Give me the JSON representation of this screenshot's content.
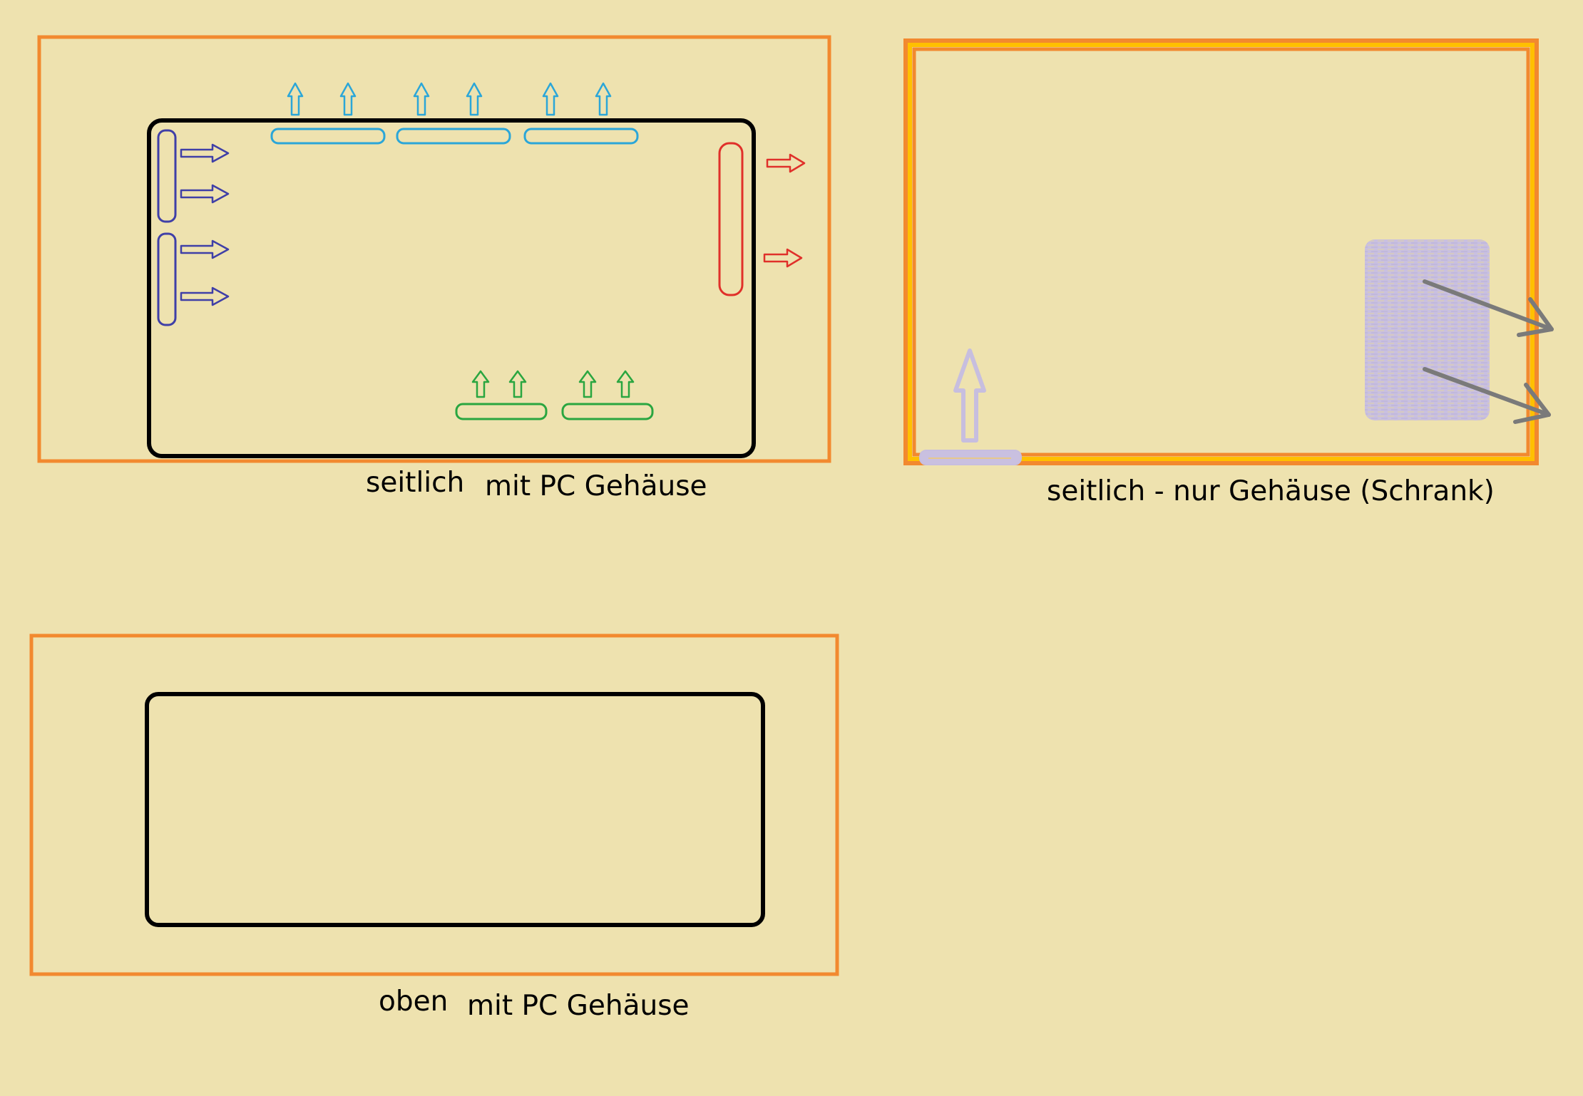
{
  "colors": {
    "background": "#EEE2AF",
    "cabinet": "#F2892F",
    "cabinet_inner": "#FFC000",
    "pc_case": "#000000",
    "front_intake": "#3F3FA7",
    "top_exhaust": "#2BA6D8",
    "rear_exhaust": "#E0302A",
    "bottom_intake": "#2AA640",
    "cabinet_fan": "#C7BEDF",
    "cabinet_arrow": "#7A7A7A"
  },
  "icons": {
    "arrow_right": "arrow-right-icon",
    "arrow_up": "arrow-up-icon",
    "fan": "fan-icon"
  },
  "captions": {
    "side_left": "seitlich",
    "side_right": "mit PC Gehäuse",
    "cabinet_only": "seitlich - nur Gehäuse (Schrank)",
    "top_left": "oben",
    "top_right": "mit PC Gehäuse"
  }
}
